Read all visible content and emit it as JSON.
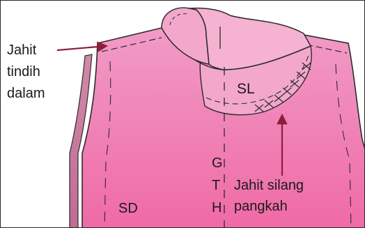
{
  "labels": {
    "inner_overlap_stitch_line1": "Jahit",
    "inner_overlap_stitch_line2": "tindih",
    "inner_overlap_stitch_line3": "dalam",
    "facing": "SL",
    "center_line_g": "G",
    "center_line_t": "T",
    "center_line_h": "H",
    "cross_stitch_line1": "Jahit silang",
    "cross_stitch_line2": "pangkah",
    "front_piece": "SD"
  },
  "colors": {
    "fabric_top": "#f19bc6",
    "fabric_bottom": "#f06aa6",
    "fabric_side": "#c97d9f",
    "collar": "#f3a7cb",
    "arrow": "#8c1d3b",
    "outline": "#2b2b2b"
  }
}
